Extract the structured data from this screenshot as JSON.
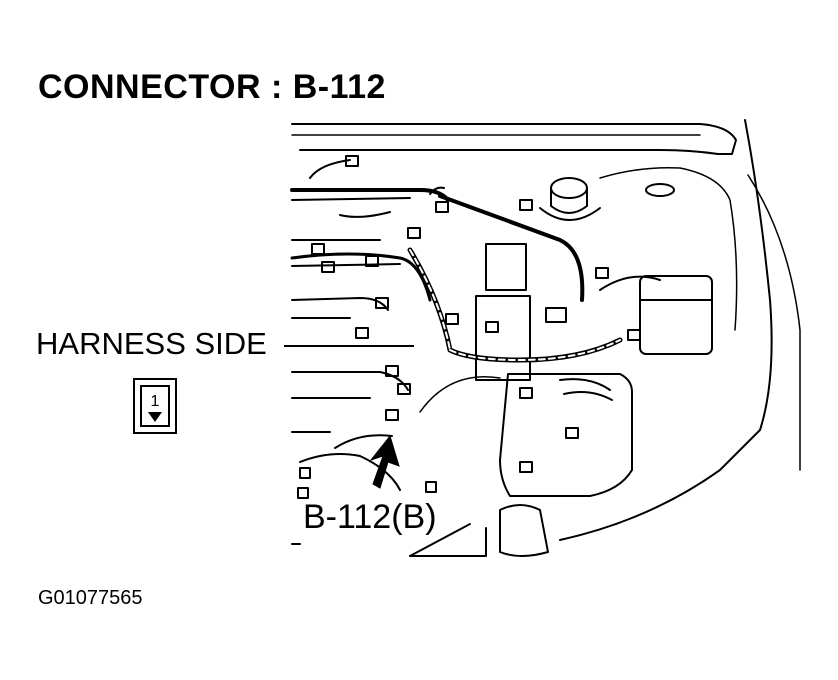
{
  "title": "CONNECTOR : B-112",
  "harness_label": "HARNESS SIDE",
  "connector_icon": {
    "number": "1",
    "icon": "connector-face-icon"
  },
  "callout_label": "B-112(B)",
  "figure_code": "G01077565",
  "arrow_icon": "locator-arrow-icon"
}
